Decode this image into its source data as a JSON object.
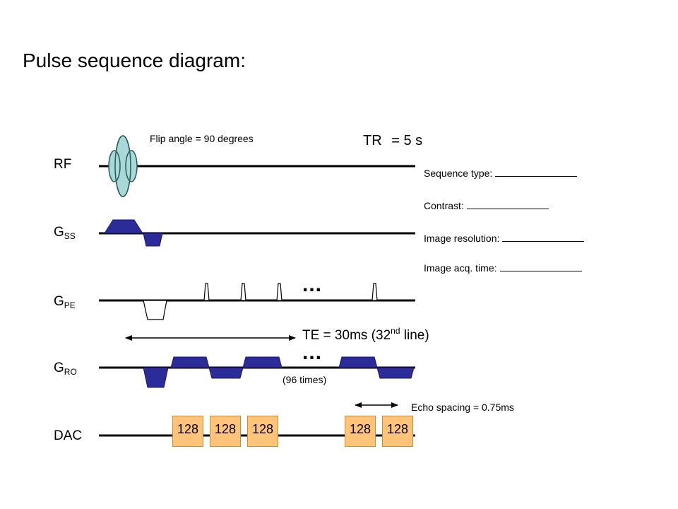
{
  "title": "Pulse sequence diagram:",
  "rows": {
    "rf": {
      "main": "RF",
      "sub": ""
    },
    "gss": {
      "main": "G",
      "sub": "SS"
    },
    "gpe": {
      "main": "G",
      "sub": "PE"
    },
    "gro": {
      "main": "G",
      "sub": "RO"
    },
    "dac": {
      "main": "DAC",
      "sub": ""
    }
  },
  "flip_angle": "Flip angle = 90 degrees",
  "tr": {
    "label": "TR",
    "value": "= 5 s"
  },
  "params": [
    {
      "label": "Sequence type:"
    },
    {
      "label": "Contrast:"
    },
    {
      "label": "Image resolution:"
    },
    {
      "label": "Image acq. time:"
    }
  ],
  "te": {
    "pre": "TE = 30ms (32",
    "sup": "nd",
    "post": " line)"
  },
  "repeat": "(96 times)",
  "ellipsis": "...",
  "echo_spacing": "Echo spacing = 0.75ms",
  "dac_blocks": [
    "128",
    "128",
    "128",
    "128",
    "128"
  ],
  "colors": {
    "rf_pulse": "#a8d8d8",
    "gradient": "#2b2b9a",
    "dac_block": "#ffc47a",
    "line": "#000000"
  }
}
